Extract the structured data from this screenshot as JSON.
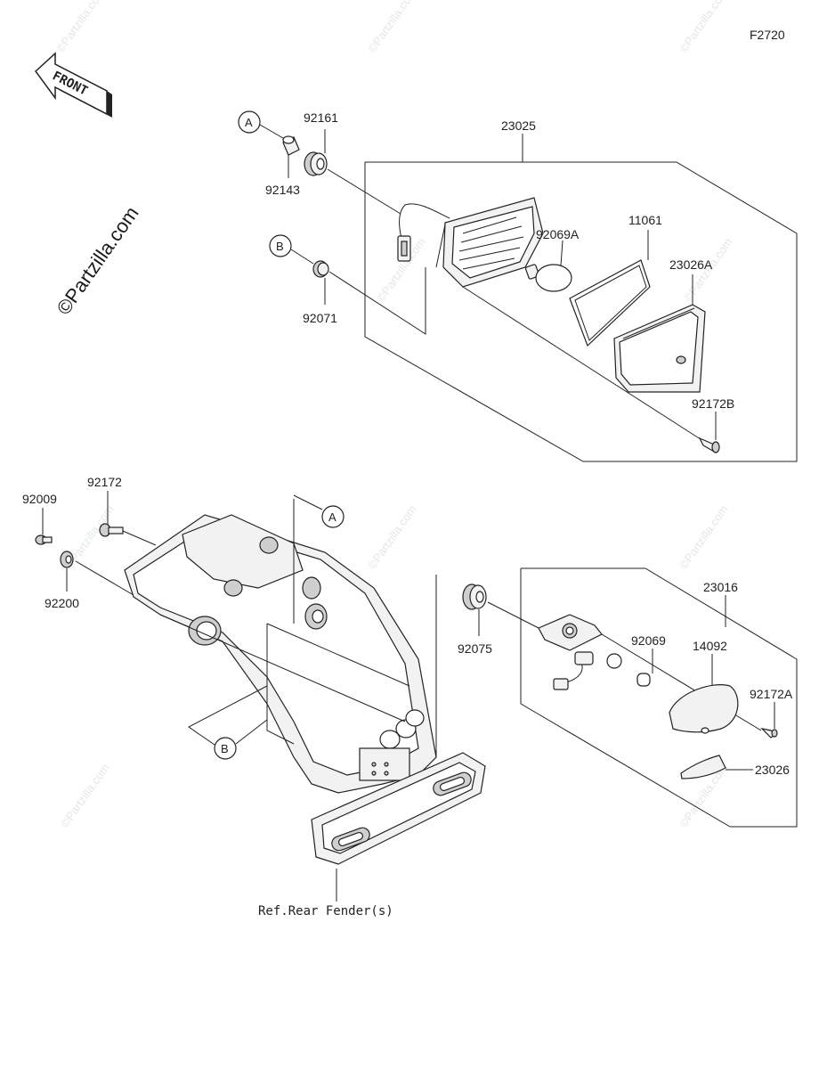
{
  "figure_code": "F2720",
  "front_indicator": "FRONT",
  "watermark": "©Partzilla.com",
  "reference_note": "Ref.Rear Fender(s)",
  "callouts": {
    "a": "A",
    "b": "B"
  },
  "parts": {
    "p92161": "92161",
    "p92143": "92143",
    "p23025": "23025",
    "p92069A": "92069A",
    "p11061": "11061",
    "p23026A": "23026A",
    "p92071": "92071",
    "p92172B": "92172B",
    "p92009": "92009",
    "p92172": "92172",
    "p92200": "92200",
    "p23016": "23016",
    "p92075": "92075",
    "p92069": "92069",
    "p14092": "14092",
    "p92172A": "92172A",
    "p23026": "23026"
  },
  "colors": {
    "line": "#222222",
    "background": "#ffffff",
    "watermark": "#c9d6d0"
  }
}
